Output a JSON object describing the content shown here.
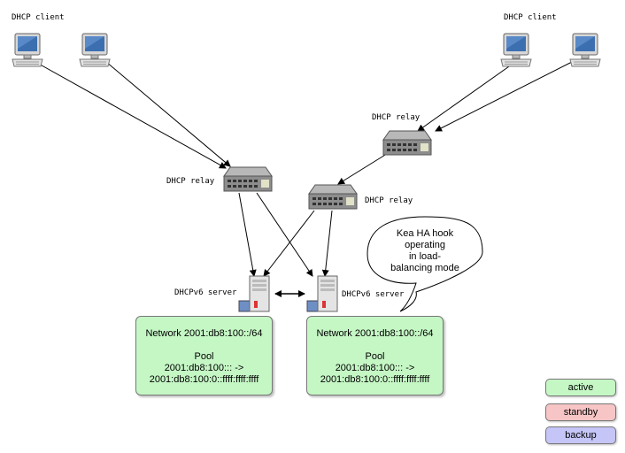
{
  "labels": {
    "client_left": "DHCP client",
    "client_right": "DHCP client",
    "relay_top_right": "DHCP relay",
    "relay_left": "DHCP relay",
    "relay_mid": "DHCP relay",
    "server_left": "DHCPv6 server",
    "server_right": "DHCPv6 server"
  },
  "bubble": {
    "lines": [
      "Kea HA hook",
      "operating",
      "in load-",
      "balancing mode"
    ]
  },
  "net_left": {
    "network": "Network 2001:db8:100::/64",
    "pool_title": "Pool",
    "pool_start": "2001:db8:100::: ->",
    "pool_end": "2001:db8:100:0::ffff:ffff:ffff"
  },
  "net_right": {
    "network": "Network 2001:db8:100::/64",
    "pool_title": "Pool",
    "pool_start": "2001:db8:100::: ->",
    "pool_end": "2001:db8:100:0::ffff:ffff:ffff"
  },
  "legend": {
    "active": "active",
    "standby": "standby",
    "backup": "backup"
  },
  "colors": {
    "active": "#c5f7c5",
    "standby": "#f7c5c5",
    "backup": "#c5c5f7"
  },
  "icons": {
    "client": "computer-icon",
    "relay": "network-switch-icon",
    "server": "server-tower-icon"
  }
}
